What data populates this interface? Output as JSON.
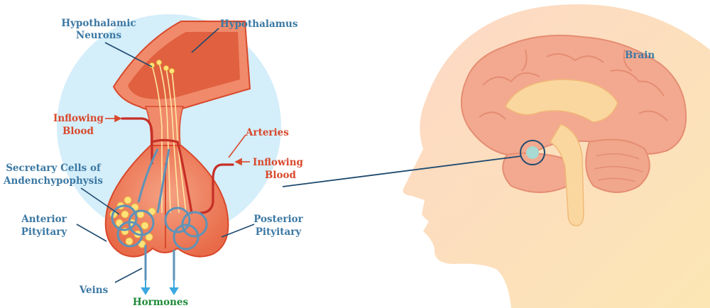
{
  "labels": {
    "hypothalamic_neurons_line1": "Hypothalamic",
    "hypothalamic_neurons_line2": "Neurons",
    "hypothalamus": "Hypothalamus",
    "inflowing_blood_left_line1": "Inflowing",
    "inflowing_blood_left_line2": "Blood",
    "arteries": "Arteries",
    "inflowing_blood_right_line1": "Inflowing",
    "inflowing_blood_right_line2": "Blood",
    "secretary_cells_line1": "Secretary Cells of",
    "secretary_cells_line2": "Andenchypophysis",
    "anterior_line1": "Anterior",
    "anterior_line2": "Pityitary",
    "posterior_line1": "Posterior",
    "posterior_line2": "Pityitary",
    "veins": "Veins",
    "hormones": "Hormones",
    "brain": "Brain"
  },
  "colors": {
    "background_circle": "#d4eefa",
    "gland": "#f08a6a",
    "gland_dark": "#e0603f",
    "vessel_red": "#c62f26",
    "vessel_blue": "#5e93b8",
    "head": "#fbe0c4",
    "brain": "#f2a98f",
    "label_blue": "#3b78a3",
    "label_red": "#d9482b",
    "label_green": "#1f8a3a"
  }
}
